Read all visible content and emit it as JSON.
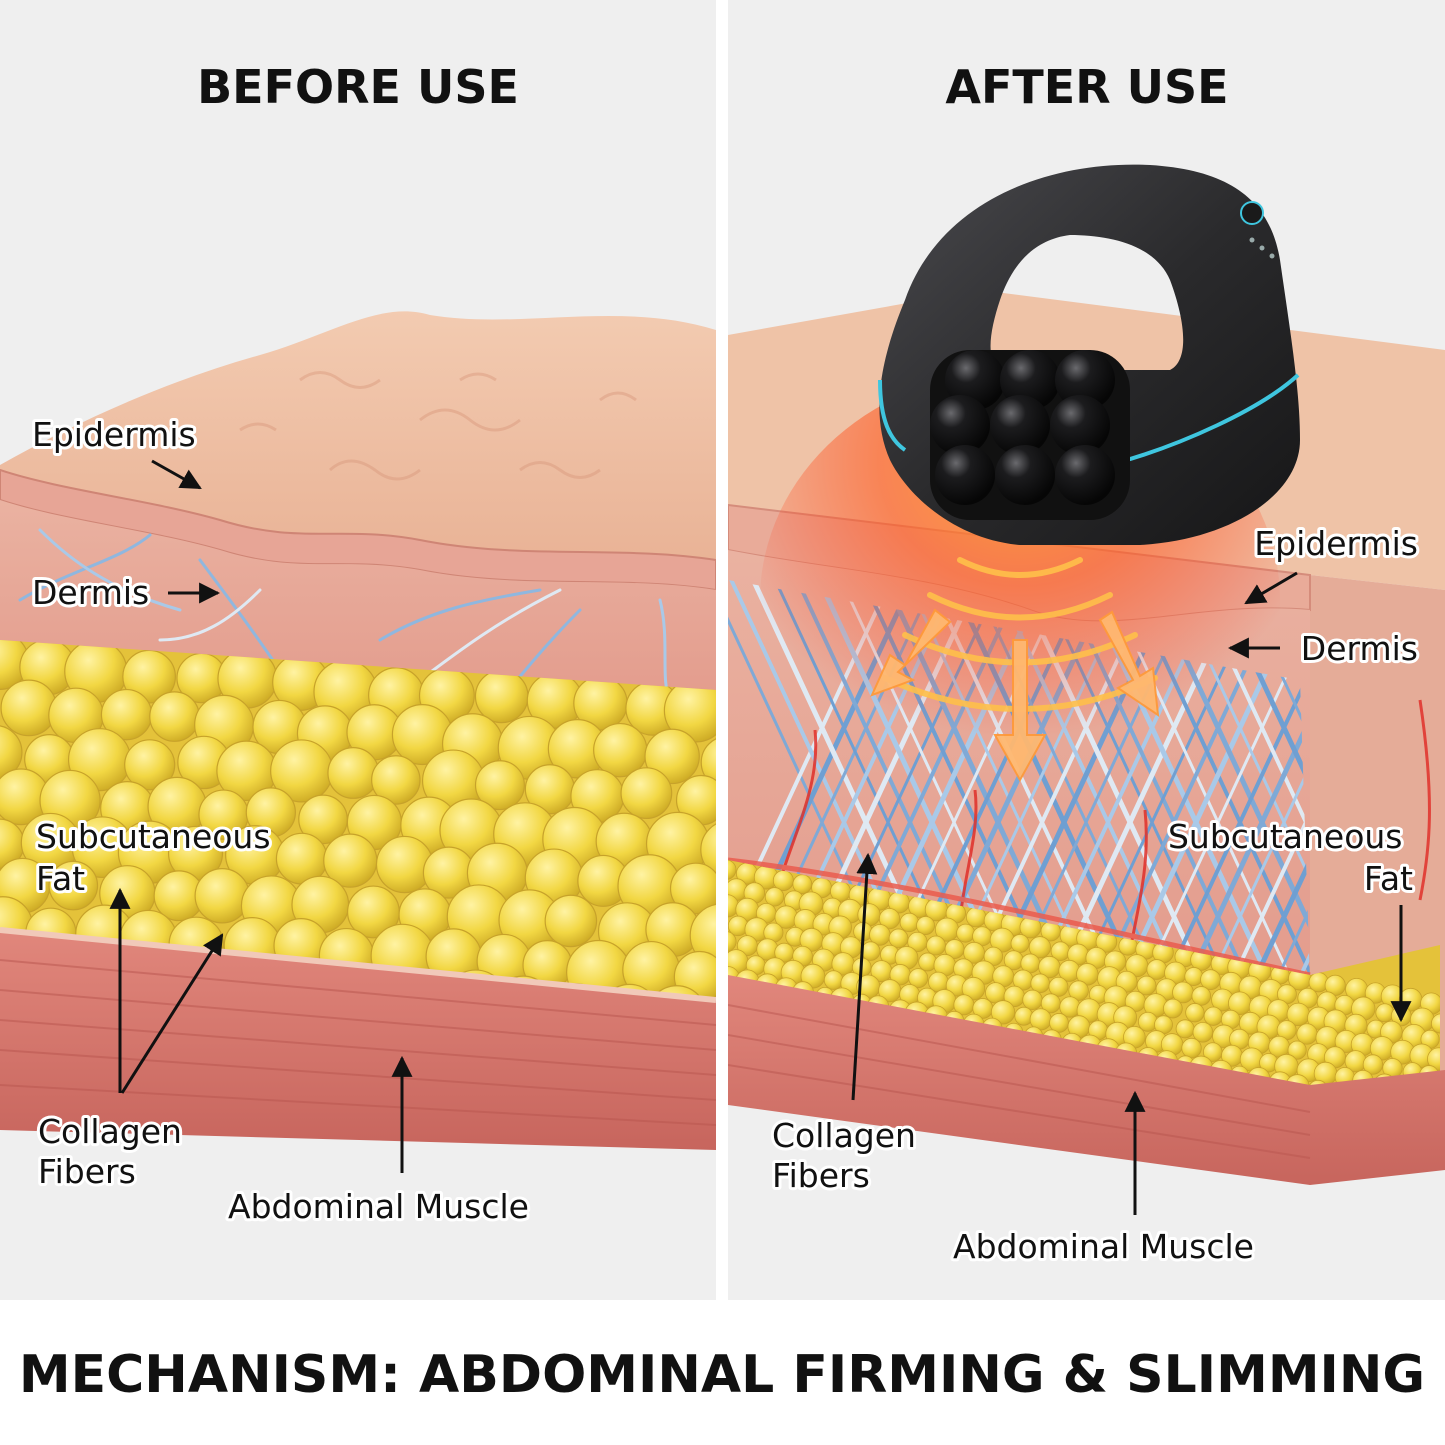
{
  "left_panel": {
    "title": "BEFORE USE",
    "labels": {
      "epidermis": "Epidermis",
      "dermis": "Dermis",
      "subcutaneous_fat_line1": "Subcutaneous",
      "subcutaneous_fat_line2": "Fat",
      "collagen_line1": "Collagen",
      "collagen_line2": "Fibers",
      "muscle": "Abdominal Muscle"
    }
  },
  "right_panel": {
    "title": "AFTER USE",
    "labels": {
      "epidermis": "Epidermis",
      "dermis": "Dermis",
      "subcutaneous_fat_line1": "Subcutaneous",
      "subcutaneous_fat_line2": "Fat",
      "collagen_line1": "Collagen",
      "collagen_line2": "Fibers",
      "muscle": "Abdominal Muscle"
    }
  },
  "footer": {
    "title": "MECHANISM: ABDOMINAL FIRMING & SLIMMING"
  },
  "colors": {
    "background": "#efefef",
    "skin_top": "#eec1a4",
    "dermis": "#e9a99a",
    "fat": "#f0d64a",
    "muscle": "#d77a72",
    "collagen": "#8fb7df",
    "heat": "#ff6a1f",
    "device": "#2a2a2c",
    "device_accent": "#3fc6df"
  }
}
